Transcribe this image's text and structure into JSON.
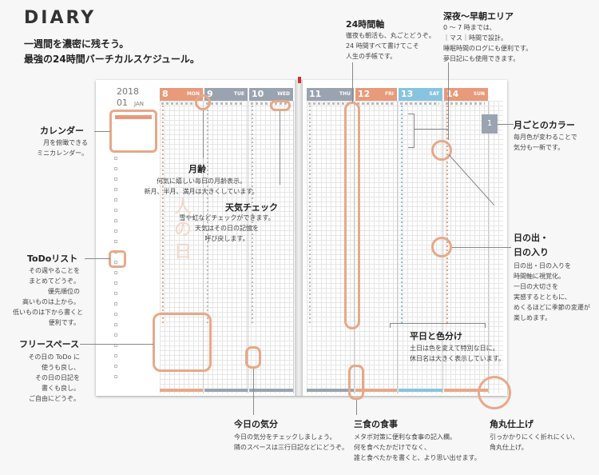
{
  "header": {
    "title": "DIARY",
    "lead1": "一週間を濃密に残そう。",
    "lead2": "最強の24時間バーチカルスケジュール。"
  },
  "page": {
    "year": "2018",
    "month": "01",
    "month_name": "JAN",
    "days": [
      {
        "num": "8",
        "week": "MON",
        "color": "#e89a7a"
      },
      {
        "num": "9",
        "week": "TUE",
        "color": "#9aa3b0"
      },
      {
        "num": "10",
        "week": "WED",
        "color": "#9aa3b0"
      },
      {
        "num": "11",
        "week": "THU",
        "color": "#9aa3b0"
      },
      {
        "num": "12",
        "week": "FRI",
        "color": "#e89a7a"
      },
      {
        "num": "13",
        "week": "SAT",
        "color": "#88c4e0"
      },
      {
        "num": "14",
        "week": "SUN",
        "color": "#e89a7a"
      }
    ],
    "month_tab": "1",
    "moon_text": "人の日"
  },
  "callouts": {
    "calendar": {
      "title": "カレンダー",
      "d1": "月を俯瞰できる",
      "d2": "ミニカレンダー。"
    },
    "moon": {
      "title": "月齢",
      "d1": "何気に嬉しい毎日の月齢表示。",
      "d2": "新月、半月、満月は大きくしています。"
    },
    "weather": {
      "title": "天気チェック",
      "d1": "雪や虹などチェックができます。",
      "d2": "天気はその日の記憶を",
      "d3": "呼び戻します。"
    },
    "todo": {
      "title": "ToDoリスト",
      "d1": "その週やることを",
      "d2": "まとめてどうぞ。",
      "d3": "優先順位の",
      "d4": "高いものは上から。",
      "d5": "低いものは下から書くと",
      "d6": "便利です。"
    },
    "free": {
      "title": "フリースペース",
      "d1": "その日の ToDo に",
      "d2": "使うも良し、",
      "d3": "その日の日記を",
      "d4": "書くも良し。",
      "d5": "ご自由にどうぞ。"
    },
    "hours": {
      "title": "24時間軸",
      "d1": "徹夜も朝活も、丸ごとどうぞ。",
      "d2": "24 時間すべて書けてこそ",
      "d3": "人生の手帳です。"
    },
    "night": {
      "title": "深夜～早朝エリア",
      "d1": "0 ～ 7 時までは、",
      "d2": "｜マス｜時間で設計。",
      "d3": "睡眠時間のログにも便利です。",
      "d4": "夢日記にも使用できます。"
    },
    "color": {
      "title": "月ごとのカラー",
      "d1": "毎月色が変わることで",
      "d2": "気分も一新です。"
    },
    "sun": {
      "title1": "日の出・",
      "title2": "日の入り",
      "d1": "日の出・日の入りを",
      "d2": "時間軸に視覚化。",
      "d3": "一日の大切さを",
      "d4": "実感するとともに、",
      "d5": "めくるほどに季節の変遷が",
      "d6": "楽しめます。"
    },
    "weekday": {
      "title": "平日と色分け",
      "d1": "土日は色を変えて特別な日に。",
      "d2": "休日名は大きく表示しています。"
    },
    "mood": {
      "title": "今日の気分",
      "d1": "今日の気分をチェックしましょう。",
      "d2": "隣のスペースは三行日記などにどうぞ。"
    },
    "meals": {
      "title": "三食の食事",
      "d1": "メタボ対策に便利な食事の記入欄。",
      "d2": "何を食べたかだけでなく、",
      "d3": "誰と食べたかを書くと、より思い出せます。"
    },
    "corner": {
      "title": "角丸仕上げ",
      "d1": "引っかかりにくく折れにくい、",
      "d2": "角丸仕上げ。"
    }
  },
  "colors": {
    "accent": "#e8a888",
    "orange": "#e89a7a",
    "gray": "#9aa3b0",
    "blue": "#88c4e0"
  }
}
